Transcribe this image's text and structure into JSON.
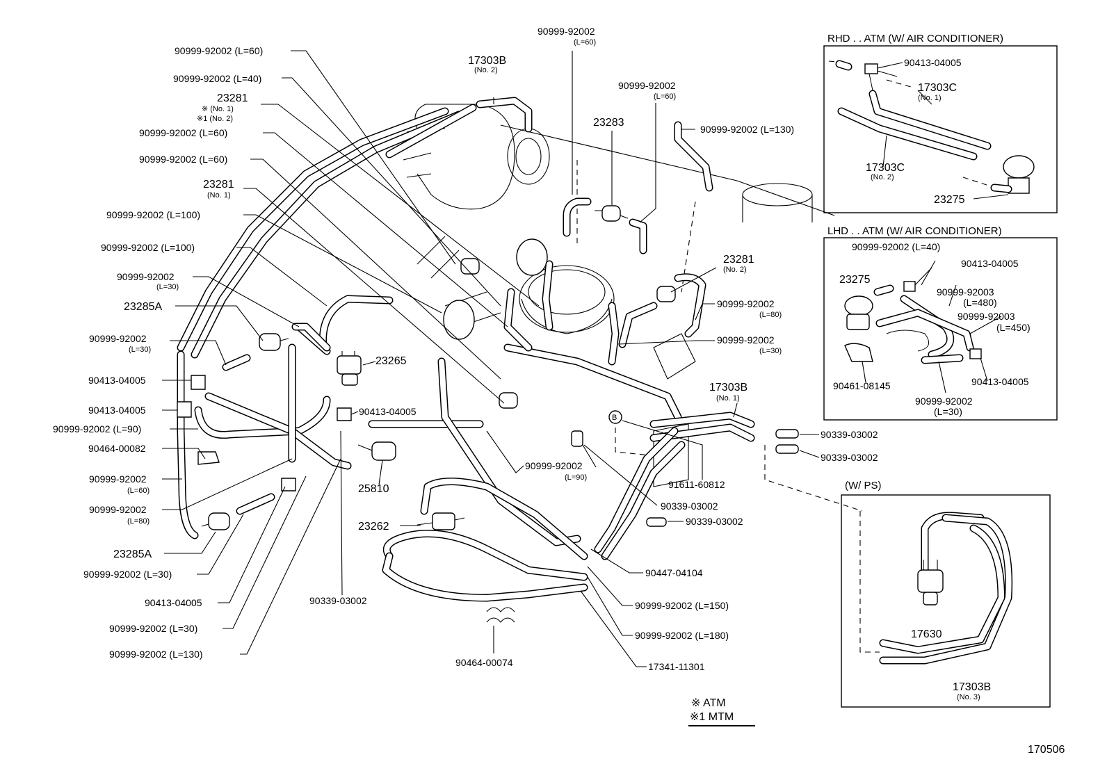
{
  "diagram_id": "170506",
  "legend": {
    "atm": "※ ATM",
    "mtm": "※1 MTM"
  },
  "insets": {
    "rhd": {
      "title": "RHD . . ATM (W/ AIR CONDITIONER)",
      "labels": [
        "90413-04005",
        "17303C",
        "(No. 1)",
        "17303C",
        "(No. 2)",
        "23275"
      ]
    },
    "lhd": {
      "title": "LHD . . ATM (W/ AIR   CONDITIONER)",
      "labels": [
        "90999-92002 (L=40)",
        "90413-04005",
        "23275",
        "90999-92003",
        "(L=480)",
        "90999-92003",
        "(L=450)",
        "90461-08145",
        "90413-04005",
        "90999-92002",
        "(L=30)"
      ]
    },
    "ps": {
      "title": "(W/ PS)",
      "labels": [
        "17630",
        "17303B",
        "(No. 3)"
      ]
    }
  },
  "main_labels": {
    "left": [
      "90999-92002 (L=60)",
      "90999-92002 (L=40)",
      "23281",
      "※ (No. 1)",
      "※1 (No. 2)",
      "90999-92002 (L=60)",
      "90999-92002 (L=60)",
      "23281",
      "(No. 1)",
      "90999-92002 (L=100)",
      "90999-92002 (L=100)",
      "90999-92002",
      "(L=30)",
      "23285A",
      "90999-92002",
      "(L=30)",
      "90413-04005",
      "90413-04005",
      "90999-92002 (L=90)",
      "90464-00082",
      "90999-92002",
      "(L=60)",
      "90999-92002",
      "(L=80)",
      "23285A",
      "90999-92002 (L=30)",
      "90413-04005",
      "90999-92002 (L=30)",
      "90999-92002 (L≈130)"
    ],
    "top": [
      "17303B",
      "(No. 2)",
      "90999-92002",
      "(L=60)",
      "90999-92002",
      "(L=60)",
      "23283",
      "90999-92002 (L=130)"
    ],
    "center": [
      "23265",
      "90413-04005",
      "25810",
      "23262",
      "90339-03002",
      "90464-00074",
      "90999-92002",
      "(L=90)",
      "B"
    ],
    "right": [
      "23281",
      "(No. 2)",
      "90999-92002",
      "(L=80)",
      "90999-92002",
      "(L=30)",
      "17303B",
      "(No. 1)",
      "90339-03002",
      "90339-03002",
      "91611-60812",
      "90339-03002",
      "90339-03002",
      "90447-04104",
      "90999-92002 (L=150)",
      "90999-92002 (L=180)",
      "17341-11301"
    ]
  }
}
